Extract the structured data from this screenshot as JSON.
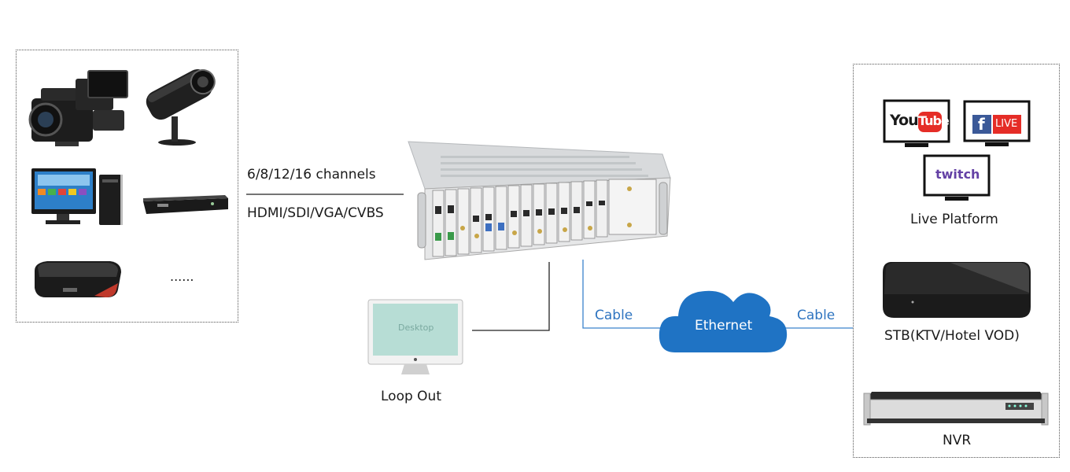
{
  "source": {
    "more_label": "......"
  },
  "link": {
    "channels_label": "6/8/12/16 channels",
    "interfaces_label": "HDMI/SDI/VGA/CVBS"
  },
  "loop_out": {
    "screen_text": "Desktop",
    "label": "Loop Out"
  },
  "network": {
    "cable_left": "Cable",
    "cloud_label": "Ethernet",
    "cable_right": "Cable"
  },
  "destinations": {
    "youtube_you": "You",
    "youtube_tube": "Tube",
    "facebook_f": "f",
    "facebook_live": "LIVE",
    "twitch_logo": "twitch",
    "live_platform_label": "Live Platform",
    "stb_label": "STB(KTV/Hotel VOD)",
    "nvr_label": "NVR"
  },
  "colors": {
    "cloud": "#1f73c4",
    "cable_line": "#3a82cc",
    "youtube_red": "#e52d27",
    "facebook_blue": "#3b5998",
    "twitch_purple": "#6441a5"
  }
}
